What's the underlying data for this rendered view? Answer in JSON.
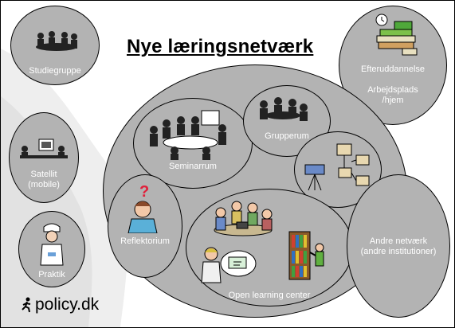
{
  "title": "Nye læringsnetværk",
  "logo": {
    "text": "policy.dk",
    "icon": "runner-icon"
  },
  "nodes": {
    "studiegruppe": "Studiegruppe",
    "satellit": "Satellit\n(mobile)",
    "praktik": "Praktik",
    "efteruddannelse": "Efteruddannelse",
    "arbejdsplads": "Arbejdsplads\n/hjem",
    "seminarrum": "Seminarrum",
    "grupperum": "Grupperum",
    "reflektorium": "Reflektorium",
    "open_learning": "Open learning center",
    "andre_netvaerk": "Andre netværk\n(andre institutioner)"
  },
  "colors": {
    "bubble": "#b3b3b3",
    "label": "#ffffff",
    "outline": "#000000"
  }
}
